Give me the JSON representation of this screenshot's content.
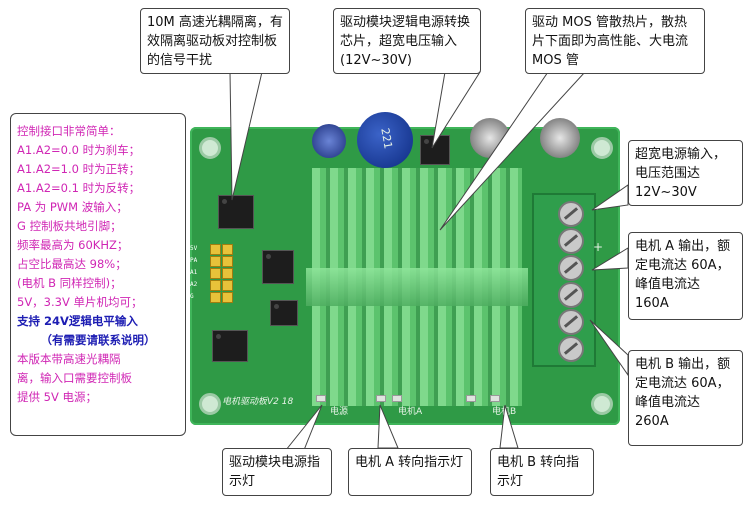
{
  "callouts": {
    "optocoupler": "10M 高速光耦隔离，有效隔离驱动板对控制板的信号干扰",
    "logic_power": "驱动模块逻辑电源转换芯片，超宽电压输入(12V~30V)",
    "mos_heatsink": "驱动 MOS 管散热片，散热片下面即为高性能、大电流 MOS 管",
    "power_input": "超宽电源输入，电压范围达 12V~30V",
    "motor_a_output": "电机 A 输出，额定电流达 60A，峰值电流达 160A",
    "motor_b_output": "电机 B 输出，额定电流达 60A，峰值电流达 260A",
    "power_led": "驱动模块电源指示灯",
    "motor_a_led": "电机 A 转向指示灯",
    "motor_b_led": "电机 B 转向指示灯"
  },
  "interface_notes": [
    {
      "text": "控制接口非常简单：",
      "style": "pink"
    },
    {
      "text": "A1.A2=0.0 时为刹车；",
      "style": "pink"
    },
    {
      "text": "A1.A2=1.0 时为正转；",
      "style": "pink"
    },
    {
      "text": "A1.A2=0.1 时为反转；",
      "style": "pink"
    },
    {
      "text": "PA 为 PWM 波输入；",
      "style": "pink"
    },
    {
      "text": "G 控制板共地引脚；",
      "style": "pink"
    },
    {
      "text": "频率最高为 60KHZ；",
      "style": "pink"
    },
    {
      "text": "占空比最高达 98%；",
      "style": "pink"
    },
    {
      "text": "(电机 B 同样控制)；",
      "style": "pink"
    },
    {
      "text": "5V，3.3V 单片机均可；",
      "style": "pink"
    },
    {
      "text": "支持 24V逻辑电平输入",
      "style": "blue"
    },
    {
      "text": "（有需要请联系说明）",
      "style": "blue-center"
    },
    {
      "text": "本版本带高速光耦隔",
      "style": "pink"
    },
    {
      "text": "离，输入口需要控制板",
      "style": "pink"
    },
    {
      "text": "提供 5V 电源；",
      "style": "pink"
    }
  ],
  "board": {
    "silk_title": "电机驱动板V2 18",
    "label_power": "电源",
    "label_motor_a": "电机A",
    "label_motor_b": "电机B",
    "cap_label": "221",
    "pin_labels": [
      "5V",
      "PA",
      "A1",
      "A2",
      "G"
    ],
    "terminal_marks": [
      "-",
      "+"
    ]
  }
}
